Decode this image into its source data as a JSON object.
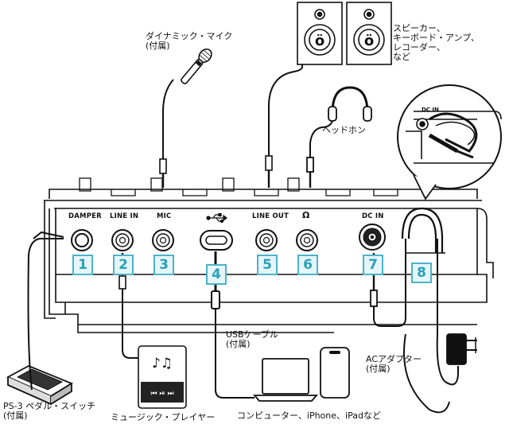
{
  "labels": {
    "mic": [
      "ダイナミック・マイク",
      "(付属)"
    ],
    "speaker": [
      "スピーカー、",
      "キーボード・アンプ、",
      "レコーダー、",
      "など"
    ],
    "headphones": "ヘッドホン",
    "pedal": [
      "PS-3 ペダル・スイッチ",
      "(付属)"
    ],
    "music_player": "ミュージック・プレイヤー",
    "usb_cable": [
      "USBケーブル",
      "(付属)"
    ],
    "computer": "コンピューター、iPhone、iPadなど",
    "ac_adapter": [
      "ACアダプター",
      "(付属)"
    ],
    "dcin_zoom": "DC IN"
  },
  "jacks": {
    "damper": "DAMPER",
    "line_in": "LINE IN",
    "mic": "MIC",
    "line_out": "LINE OUT",
    "headphones_symbol": "Ω",
    "dc_in": "DC IN"
  },
  "numbers": [
    "1",
    "2",
    "3",
    "4",
    "5",
    "6",
    "7",
    "8"
  ],
  "colors": {
    "badge_border": "#4bb3c8",
    "badge_fill": "#e6f5f9",
    "badge_text": "#2aa0b9"
  },
  "icons": {
    "usb": "usb-symbol-icon",
    "headphone_jack": "headphone-symbol-icon"
  }
}
